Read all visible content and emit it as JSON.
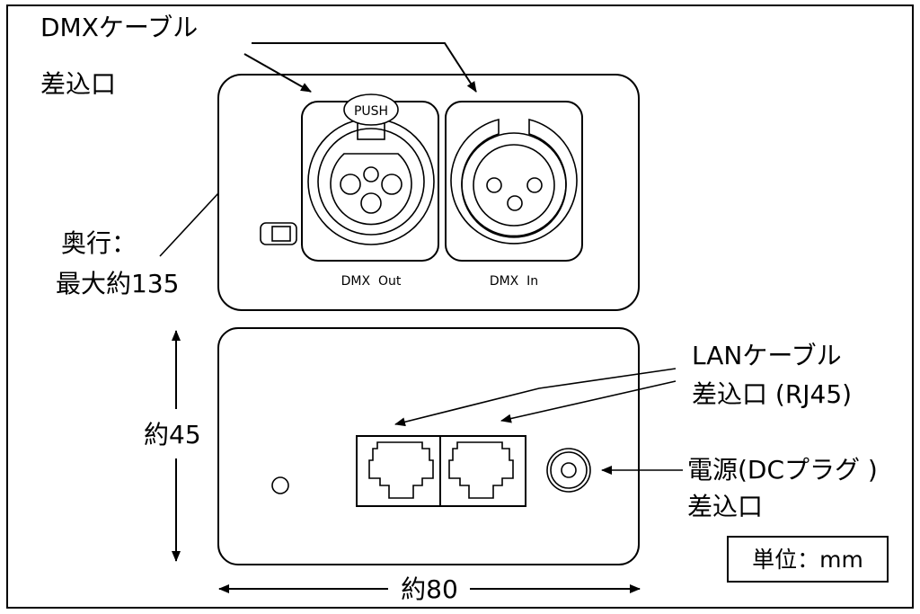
{
  "labels": {
    "dmx_cable_line1": "DMXケーブル",
    "dmx_cable_line2": "差込口",
    "depth_line1": "奥行：",
    "depth_line2": "最大約135",
    "dmx_out": "DMX  Out",
    "dmx_in": "DMX  In",
    "push": "PUSH",
    "lan_line1": "LANケーブル",
    "lan_line2": "差込口 (RJ45)",
    "power_line1": "電源(DCプラグ )",
    "power_line2": "差込口",
    "height": "約45",
    "width": "約80",
    "unit": "単位：mm"
  }
}
